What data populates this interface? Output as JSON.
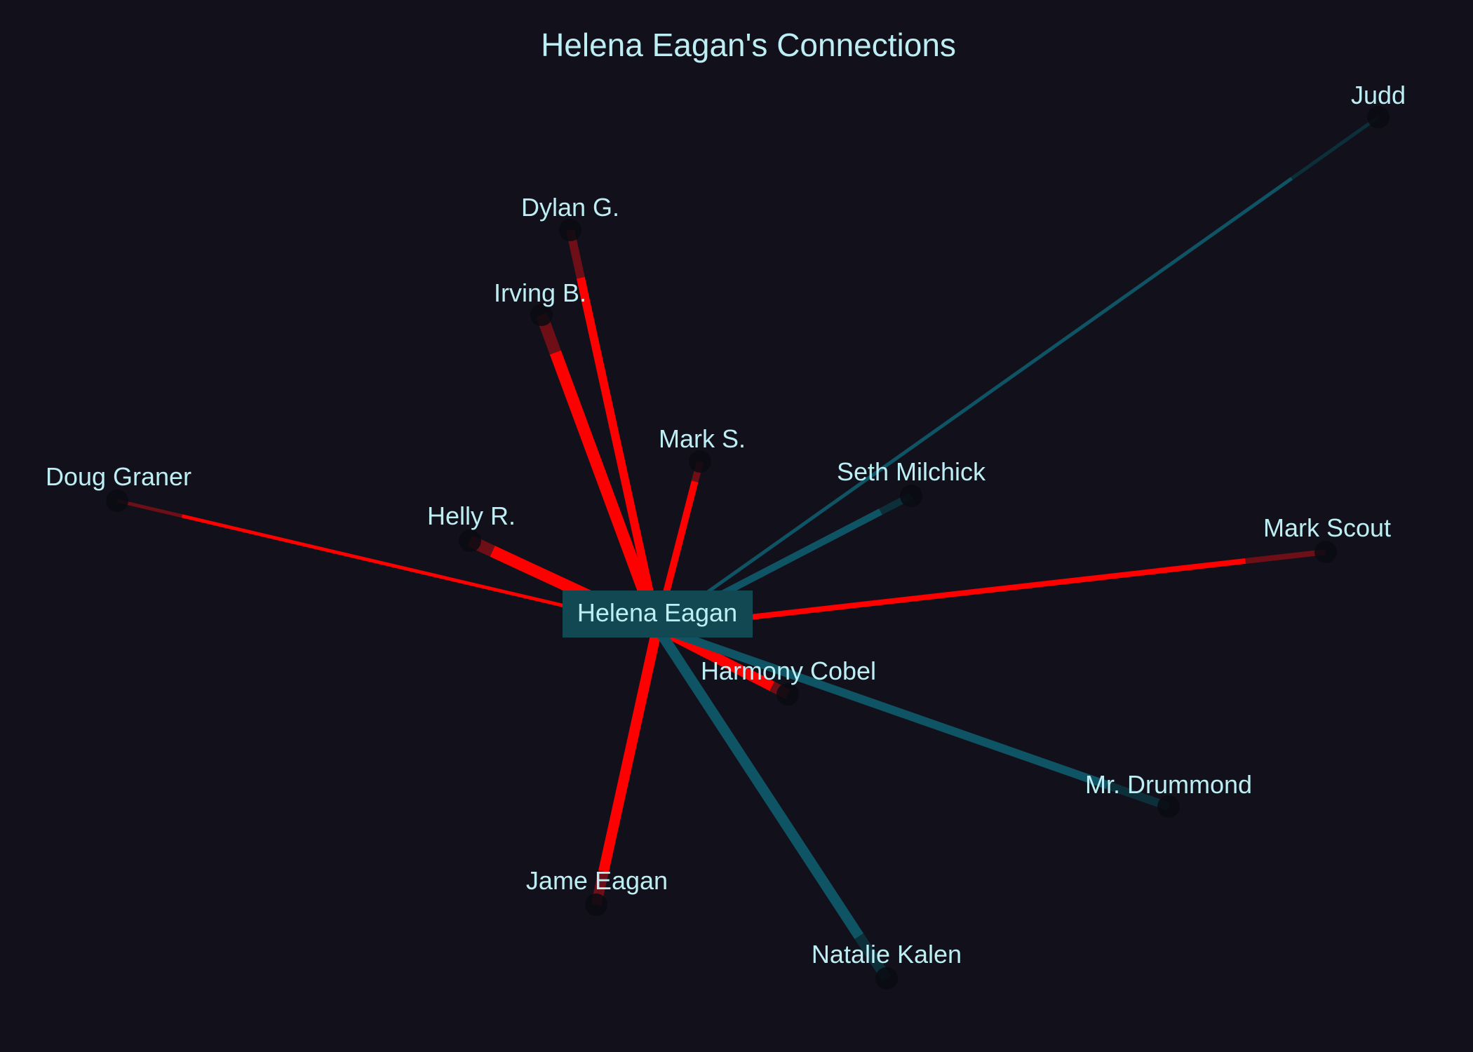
{
  "title": "Helena Eagan's Connections",
  "colors": {
    "background": "#12111b",
    "text": "#bdeef4",
    "ally": "#ff0000",
    "ally_fade": "#6e0f17",
    "other": "#0f5464",
    "other_fade": "#0d2f3a",
    "center_box": "#114852",
    "node_dot": "#0b0a12"
  },
  "center": {
    "label": "Helena Eagan"
  },
  "connections": [
    {
      "name": "Judd",
      "color": "other"
    },
    {
      "name": "Dylan G.",
      "color": "ally"
    },
    {
      "name": "Irving B.",
      "color": "ally"
    },
    {
      "name": "Mark S.",
      "color": "ally"
    },
    {
      "name": "Seth Milchick",
      "color": "other"
    },
    {
      "name": "Doug Graner",
      "color": "ally"
    },
    {
      "name": "Helly R.",
      "color": "ally"
    },
    {
      "name": "Mark Scout",
      "color": "ally"
    },
    {
      "name": "Harmony Cobel",
      "color": "ally"
    },
    {
      "name": "Mr. Drummond",
      "color": "other"
    },
    {
      "name": "Jame Eagan",
      "color": "ally"
    },
    {
      "name": "Natalie Kalen",
      "color": "other"
    }
  ]
}
